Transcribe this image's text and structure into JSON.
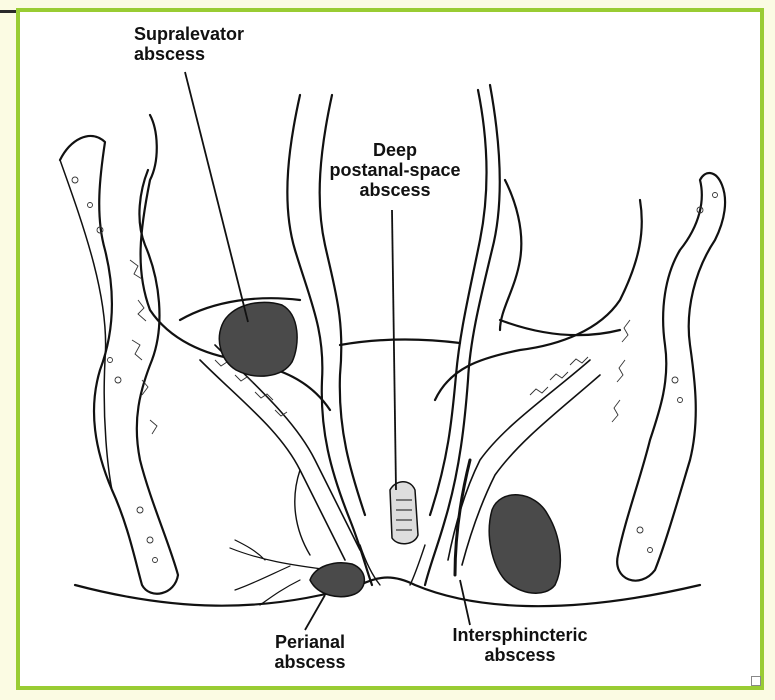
{
  "labels": {
    "supralevator": [
      "Supralevator",
      "abscess"
    ],
    "deep_postanal": [
      "Deep",
      "postanal-space",
      "abscess"
    ],
    "perianal": [
      "Perianal",
      "abscess"
    ],
    "intersphincteric": [
      "Intersphincteric",
      "abscess"
    ]
  },
  "colors": {
    "frame": "#99cc33",
    "background": "#fbfbe3",
    "abscess_fill": "#4a4a4a"
  }
}
